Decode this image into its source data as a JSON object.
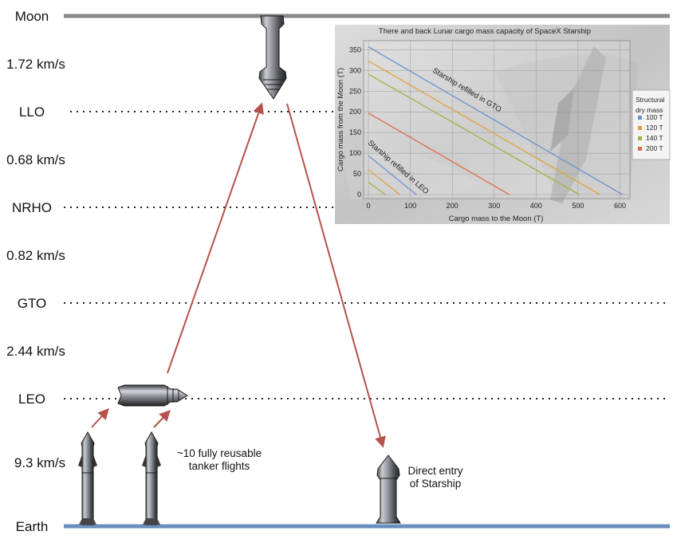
{
  "levels": {
    "moon": "Moon",
    "llo": "LLO",
    "nrho": "NRHO",
    "gto": "GTO",
    "leo": "LEO",
    "earth": "Earth"
  },
  "delta_v": {
    "moon_llo": "1.72 km/s",
    "llo_nrho": "0.68 km/s",
    "nrho_gto": "0.82 km/s",
    "gto_leo": "2.44 km/s",
    "leo_earth": "9.3 km/s"
  },
  "notes": {
    "tanker_line1": "~10 fully reusable",
    "tanker_line2": "tanker flights",
    "entry_line1": "Direct entry",
    "entry_line2": "of Starship"
  },
  "colors": {
    "moon_line": "#888888",
    "earth_line": "#6a8fbf",
    "arrow": "#b5524b"
  },
  "chart_data": {
    "type": "line",
    "title": "There and back Lunar cargo mass capacity of SpaceX Starship",
    "xlabel": "Cargo mass to the Moon (T)",
    "ylabel": "Cargo mass from the Moon (T)",
    "xlim": [
      0,
      620
    ],
    "ylim": [
      0,
      370
    ],
    "xticks": [
      0,
      100,
      200,
      300,
      400,
      500,
      600
    ],
    "yticks": [
      0,
      50,
      100,
      150,
      200,
      250,
      300,
      350
    ],
    "grid": true,
    "legend_title_1": "Structural",
    "legend_title_2": "dry mass",
    "legend_position": "right",
    "series": [
      {
        "name": "100 T",
        "color": "#6b8fd0",
        "x": [
          0,
          606
        ],
        "y": [
          357,
          0
        ]
      },
      {
        "name": "120 T",
        "color": "#e0a13a",
        "x": [
          0,
          552
        ],
        "y": [
          323,
          0
        ]
      },
      {
        "name": "140 T",
        "color": "#9ab446",
        "x": [
          0,
          503
        ],
        "y": [
          291,
          0
        ]
      },
      {
        "name": "200 T",
        "color": "#e06a4a",
        "x": [
          0,
          336
        ],
        "y": [
          197,
          0
        ]
      },
      {
        "x": [
          0,
          114
        ],
        "y": [
          94,
          0
        ],
        "color": "#6b8fd0"
      },
      {
        "x": [
          0,
          75
        ],
        "y": [
          60,
          0
        ],
        "color": "#e0a13a"
      },
      {
        "x": [
          0,
          40
        ],
        "y": [
          30,
          0
        ],
        "color": "#9ab446"
      }
    ],
    "annotations": {
      "gto": "Starship refilled in GTO",
      "leo": "Starship refilled in LEO"
    }
  }
}
